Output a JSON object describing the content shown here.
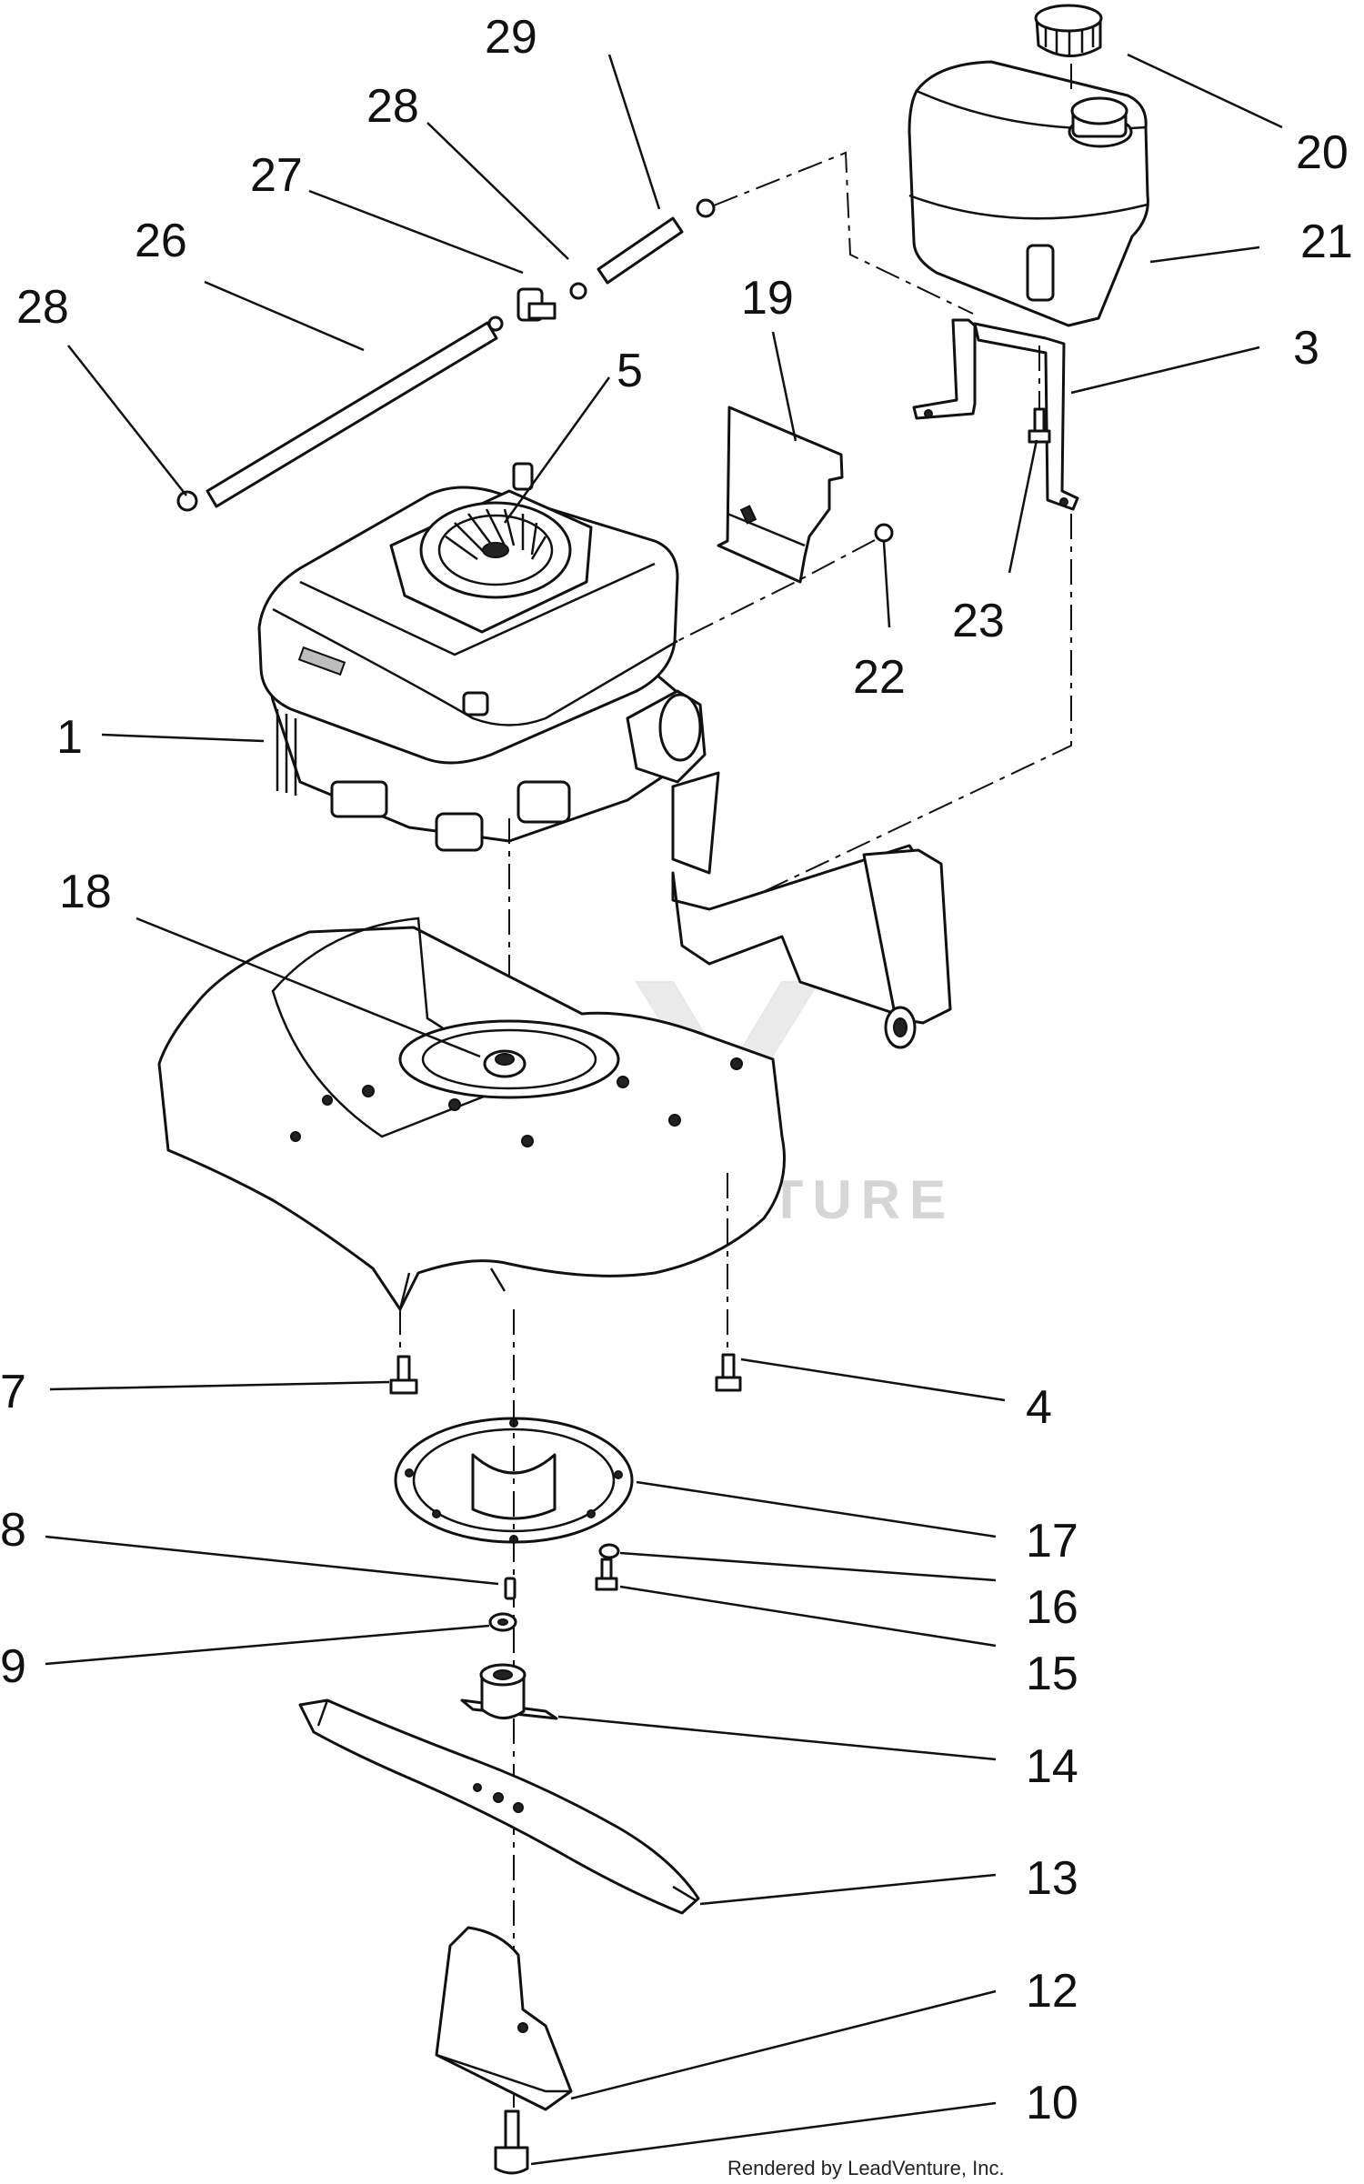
{
  "diagram": {
    "callouts": [
      "29",
      "28",
      "27",
      "26",
      "28",
      "5",
      "19",
      "20",
      "21",
      "3",
      "23",
      "22",
      "1",
      "18",
      "7",
      "4",
      "17",
      "8",
      "16",
      "15",
      "9",
      "14",
      "13",
      "12",
      "10"
    ],
    "watermark": "LEADVENTURE",
    "footer": "Rendered by LeadVenture, Inc."
  },
  "colors": {
    "line": "#111111",
    "paper": "#ffffff",
    "watermark": "#d6d6d6"
  }
}
